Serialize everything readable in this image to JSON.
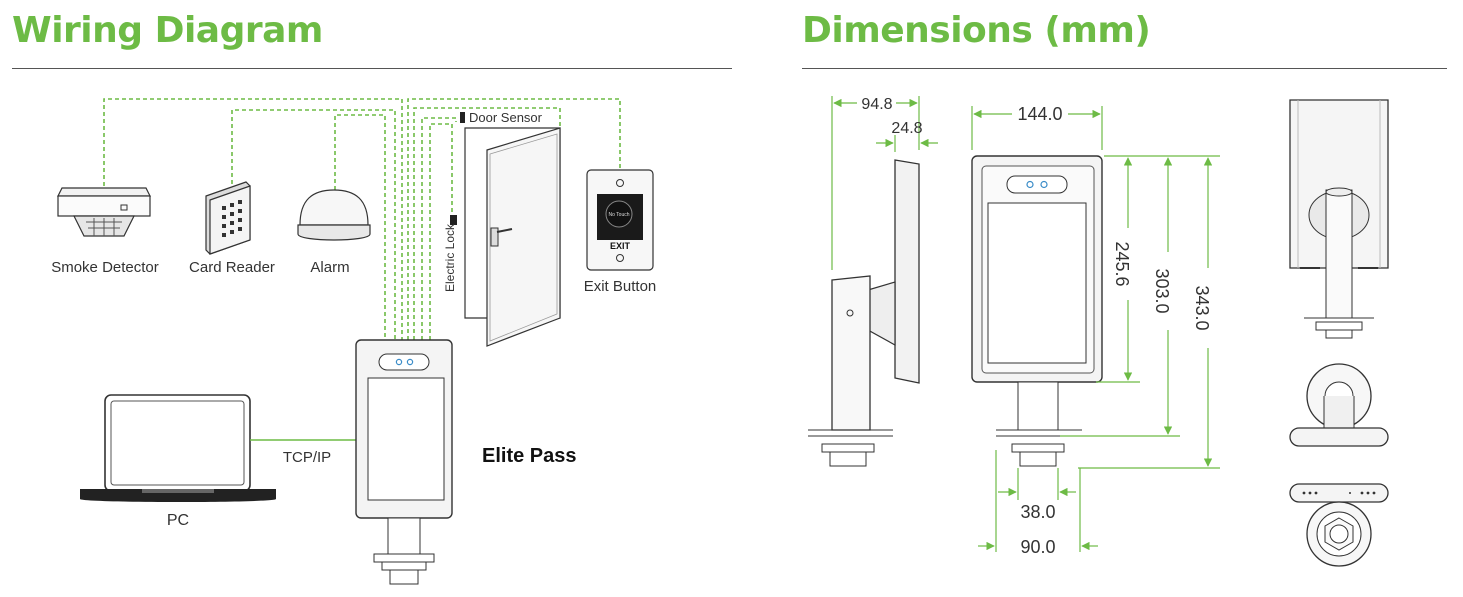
{
  "wiring": {
    "title": "Wiring Diagram",
    "devices": {
      "smoke_detector": "Smoke Detector",
      "card_reader": "Card Reader",
      "alarm": "Alarm",
      "door_sensor": "Door Sensor",
      "electric_lock": "Electric Lock",
      "exit_button": "Exit Button",
      "exit_button_face": "No Touch",
      "exit_button_caption": "EXIT",
      "pc": "PC",
      "connection": "TCP/IP",
      "product": "Elite Pass"
    }
  },
  "dimensions": {
    "title": "Dimensions (mm)",
    "side": {
      "depth": "94.8",
      "panel": "24.8"
    },
    "front": {
      "width": "144.0",
      "screen_height": "245.6",
      "pole_height": "303.0",
      "total_height": "343.0",
      "pole_width": "38.0",
      "base_width": "90.0"
    }
  },
  "colors": {
    "accent": "#6dbb45",
    "wire": "#6dbb45",
    "line": "#555555",
    "dim": "#6dbb45"
  }
}
